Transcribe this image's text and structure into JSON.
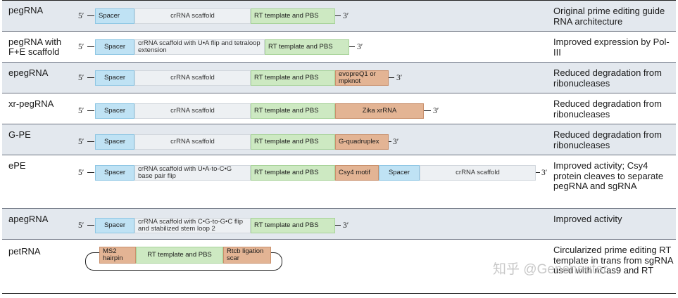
{
  "labels": {
    "five_prime": "5′",
    "three_prime": "3′",
    "spacer": "Spacer",
    "crrna_scaffold": "crRNA scaffold",
    "rt_pbs": "RT template and PBS"
  },
  "rows": [
    {
      "name": "pegRNA",
      "description": "Original prime editing guide RNA architecture"
    },
    {
      "name": "pegRNA with F+E scaffold",
      "scaffold": "crRNA scaffold with U•A flip and tetraloop extension",
      "description": "Improved expression by Pol-III"
    },
    {
      "name": "epegRNA",
      "modification": "evopreQ1 or mpknot",
      "description": "Reduced degradation from ribonucleases"
    },
    {
      "name": "xr-pegRNA",
      "modification": "Zika xrRNA",
      "description": "Reduced degradation from ribonucleases"
    },
    {
      "name": "G-PE",
      "modification": "G-quadruplex",
      "description": "Reduced degradation from ribonucleases"
    },
    {
      "name": "ePE",
      "scaffold": "crRNA scaffold with U•A-to-C•G base pair flip",
      "modification": "Csy4 motif",
      "description": "Improved activity; Csy4 protein cleaves to separate pegRNA and sgRNA"
    },
    {
      "name": "apegRNA",
      "scaffold": "crRNA scaffold with C•G-to-G•C flip and stabilized stem loop 2",
      "description": "Improved activity"
    },
    {
      "name": "petRNA",
      "left": "MS2 hairpin",
      "right": "Rtcb ligation scar",
      "description": "Circularized prime editing RT template in trans from sgRNA used with nCas9 and RT"
    }
  ],
  "watermark": "知乎 @Genenauter",
  "colors": {
    "spacer": "#bfe2f4",
    "scaffold": "#edf0f3",
    "rt_pbs": "#cde9c2",
    "modification": "#e3b494",
    "row_shade": "#e3e8ee"
  }
}
